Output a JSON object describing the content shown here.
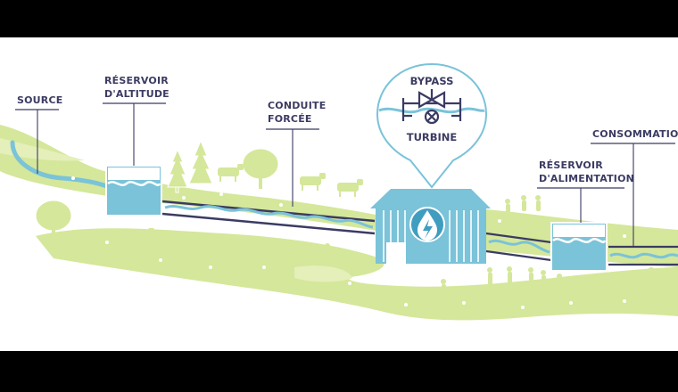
{
  "labels": {
    "source": "SOURCE",
    "reservoir_altitude_line1": "RÉSERVOIR",
    "reservoir_altitude_line2": "D'ALTITUDE",
    "penstock_line1": "CONDUITE",
    "penstock_line2": "FORCÉE",
    "bypass": "BYPASS",
    "turbine": "TURBINE",
    "reservoir_supply_line1": "RÉSERVOIR",
    "reservoir_supply_line2": "D'ALIMENTATION",
    "consumption": "CONSOMMATION"
  },
  "colors": {
    "background": "#ffffff",
    "letterbox": "#000000",
    "meadow": "#d5e79a",
    "meadow_light": "#e4efba",
    "water": "#7ac3d9",
    "water_dark": "#3f9ec0",
    "pipe": "#3b3b63",
    "label": "#3b3b63",
    "house": "#7ac3d9",
    "house_stripe": "#ffffff"
  },
  "icons": [
    "drop-lightning-icon",
    "valve-icon",
    "tree-icon",
    "cow-icon",
    "person-icon",
    "cyclist-icon"
  ]
}
